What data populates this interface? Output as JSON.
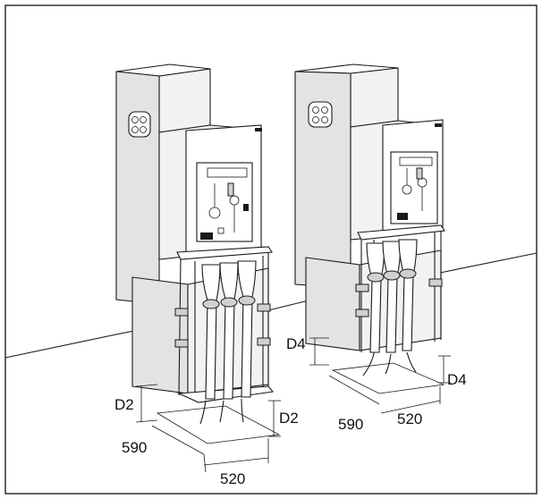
{
  "dimension_labels": {
    "left_d2_upper": "D2",
    "left_d2_lower": "D2",
    "left_depth": "590",
    "left_width": "520",
    "right_d4_upper": "D4",
    "right_d4_lower": "D4",
    "right_depth": "590",
    "right_width": "520"
  },
  "colors": {
    "line": "#1a1a1a",
    "panel_light": "#f2f2f2",
    "panel_mid": "#e3e3e3",
    "panel_dark": "#d0d0d0"
  }
}
